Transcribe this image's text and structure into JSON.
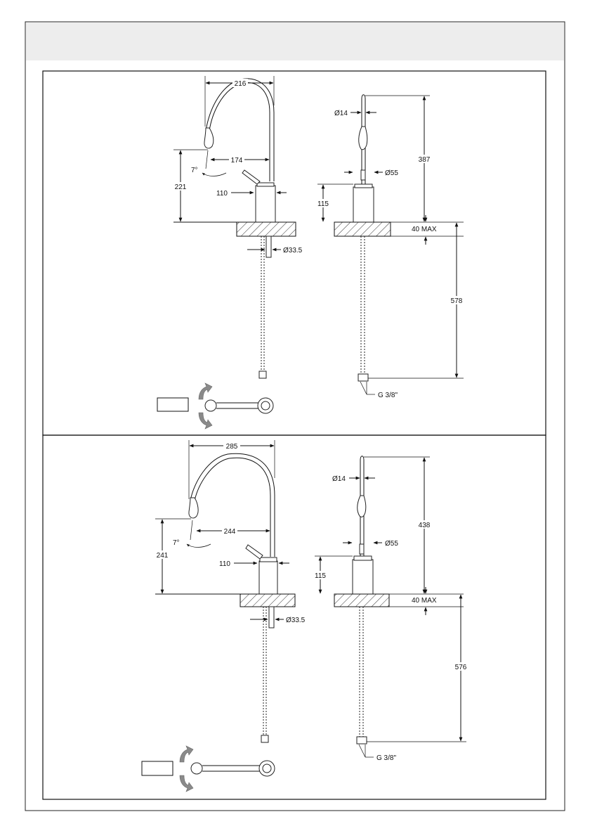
{
  "drawing": {
    "colors": {
      "header_band": "#ededed",
      "line": "#111111",
      "arrow_gray": "#888888"
    },
    "top": {
      "side": {
        "reach_total": "216",
        "reach_spout": "174",
        "tilt": "7°",
        "height": "221",
        "lever": "110",
        "tail_diameter": "Ø33.5"
      },
      "front": {
        "tip_diameter": "Ø14",
        "total_height": "387",
        "body_diameter": "Ø55",
        "body_height": "115",
        "deck_thickness": "40 MAX",
        "hose_length": "578",
        "thread": "G 3/8\""
      }
    },
    "bottom": {
      "side": {
        "reach_total": "285",
        "reach_spout": "244",
        "tilt": "7°",
        "height": "241",
        "lever": "110",
        "tail_diameter": "Ø33.5"
      },
      "front": {
        "tip_diameter": "Ø14",
        "total_height": "438",
        "body_diameter": "Ø55",
        "body_height": "115",
        "deck_thickness": "40 MAX",
        "hose_length": "576",
        "thread": "G 3/8\""
      }
    }
  }
}
